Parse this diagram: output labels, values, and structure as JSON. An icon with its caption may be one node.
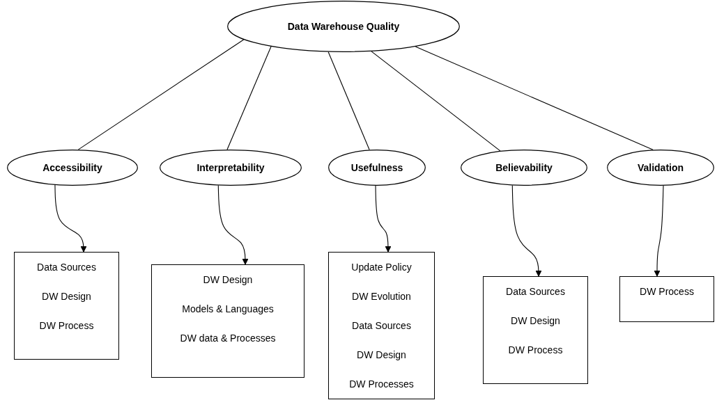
{
  "diagram": {
    "nodes": [
      {
        "text": [
          "Data Warehouse Quality"
        ]
      },
      {
        "text": [
          "Accessibility"
        ]
      },
      {
        "text": [
          "Interpretability"
        ]
      },
      {
        "text": [
          "Usefulness"
        ]
      },
      {
        "text": [
          "Believability"
        ]
      },
      {
        "text": [
          "Validation"
        ]
      },
      {
        "text": [
          "Data Sources",
          "DW Design",
          "DW Process"
        ]
      },
      {
        "text": [
          "DW Design",
          "Models & Languages",
          "DW data & Processes"
        ]
      },
      {
        "text": [
          "Update Policy",
          "DW Evolution",
          "Data Sources",
          "DW Design",
          "DW Processes"
        ]
      },
      {
        "text": [
          "Data Sources",
          "DW Design",
          "DW Process"
        ]
      },
      {
        "text": [
          "DW Process"
        ]
      }
    ],
    "edges": [
      {
        "from": 0,
        "to": 1,
        "arrow": "none"
      },
      {
        "from": 0,
        "to": 2,
        "arrow": "none"
      },
      {
        "from": 0,
        "to": 3,
        "arrow": "none"
      },
      {
        "from": 0,
        "to": 4,
        "arrow": "none"
      },
      {
        "from": 0,
        "to": 5,
        "arrow": "none"
      },
      {
        "from": 1,
        "to": 6,
        "arrow": "to"
      },
      {
        "from": 2,
        "to": 7,
        "arrow": "to"
      },
      {
        "from": 3,
        "to": 8,
        "arrow": "to"
      },
      {
        "from": 4,
        "to": 9,
        "arrow": "to"
      },
      {
        "from": 5,
        "to": 10,
        "arrow": "to"
      }
    ]
  }
}
